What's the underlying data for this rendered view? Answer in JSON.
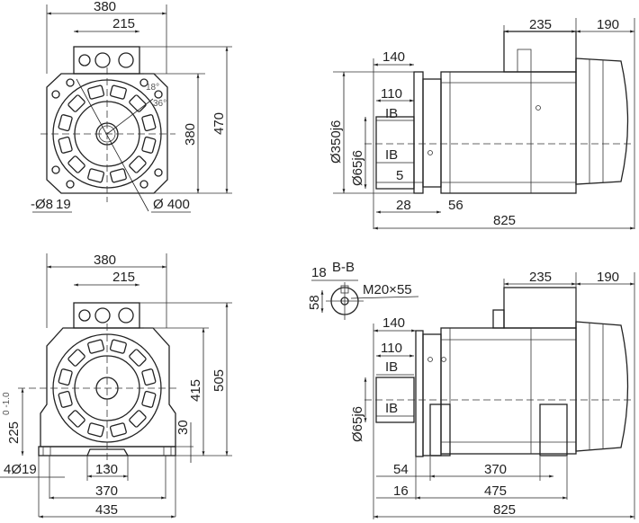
{
  "front_top": {
    "w380": "380",
    "w215": "215",
    "h380": "380",
    "h470": "470",
    "holes": "-Ø8",
    "hole_d": "19",
    "pcd": "Ø 400",
    "ang1": "18°",
    "ang2": "36°"
  },
  "side_top": {
    "d235": "235",
    "d190": "190",
    "d140": "140",
    "d110": "110",
    "ib1": "IB",
    "ib2": "IB",
    "d5": "5",
    "d28": "28",
    "d56": "56",
    "d825": "825",
    "dia350": "Ø350j6",
    "dia65": "Ø65j6"
  },
  "front_bottom": {
    "w380": "380",
    "w215": "215",
    "h415": "415",
    "h505": "505",
    "h30": "30",
    "h225": "225",
    "tol": "0 -1.0",
    "holes": "4Ø19",
    "w130": "130",
    "w370": "370",
    "w435": "435"
  },
  "side_bottom": {
    "d18": "18",
    "section": "B-B",
    "thread": "M20×55",
    "d58": "58",
    "d235": "235",
    "d190": "190",
    "d140": "140",
    "d110": "110",
    "ib1": "IB",
    "ib2": "IB",
    "dia65": "Ø65j6",
    "d54": "54",
    "d370": "370",
    "d16": "16",
    "d475": "475",
    "d825": "825"
  }
}
